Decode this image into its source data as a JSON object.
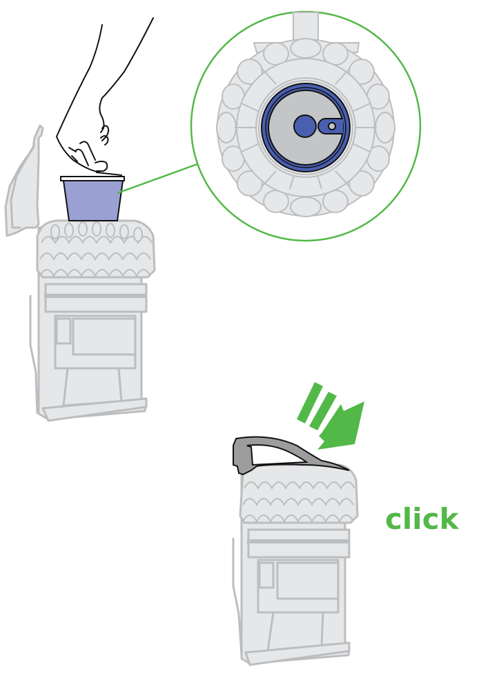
{
  "diagram": {
    "steps": [
      {
        "id": "insert-filter",
        "description": "Hand inserting pre-motor filter into top of cyclone"
      },
      {
        "id": "filter-detail",
        "description": "Top-down magnified view of filter seated in cyclone"
      },
      {
        "id": "close-lid",
        "description": "Lid pressed down until it clicks"
      }
    ],
    "labels": {
      "click": "click"
    },
    "colors": {
      "accent_green": "#52b848",
      "filter_blue": "#9aa0d2",
      "filter_ring_blue": "#4a5fb0",
      "filter_gray": "#c4c5c7",
      "body_fill": "#e6e7e8",
      "body_stroke": "#bcbdbf",
      "ink": "#111111"
    }
  }
}
